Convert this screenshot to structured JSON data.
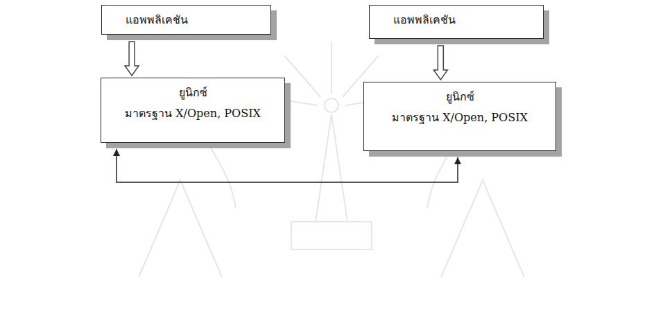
{
  "diagram": {
    "nodes": [
      {
        "text": [
          "แอพพลิเคชัน"
        ]
      },
      {
        "text": [
          "แอพพลิเคชัน"
        ]
      },
      {
        "text": [
          "ยูนิกซ์",
          "มาตรฐาน X/Open, POSIX"
        ]
      },
      {
        "text": [
          "ยูนิกซ์",
          "มาตรฐาน X/Open, POSIX"
        ]
      }
    ],
    "edges": [
      {
        "from": 0,
        "to": 2,
        "arrow": "to"
      },
      {
        "from": 1,
        "to": 3,
        "arrow": "to"
      },
      {
        "from": 2,
        "to": 3,
        "arrow": "both"
      }
    ]
  }
}
